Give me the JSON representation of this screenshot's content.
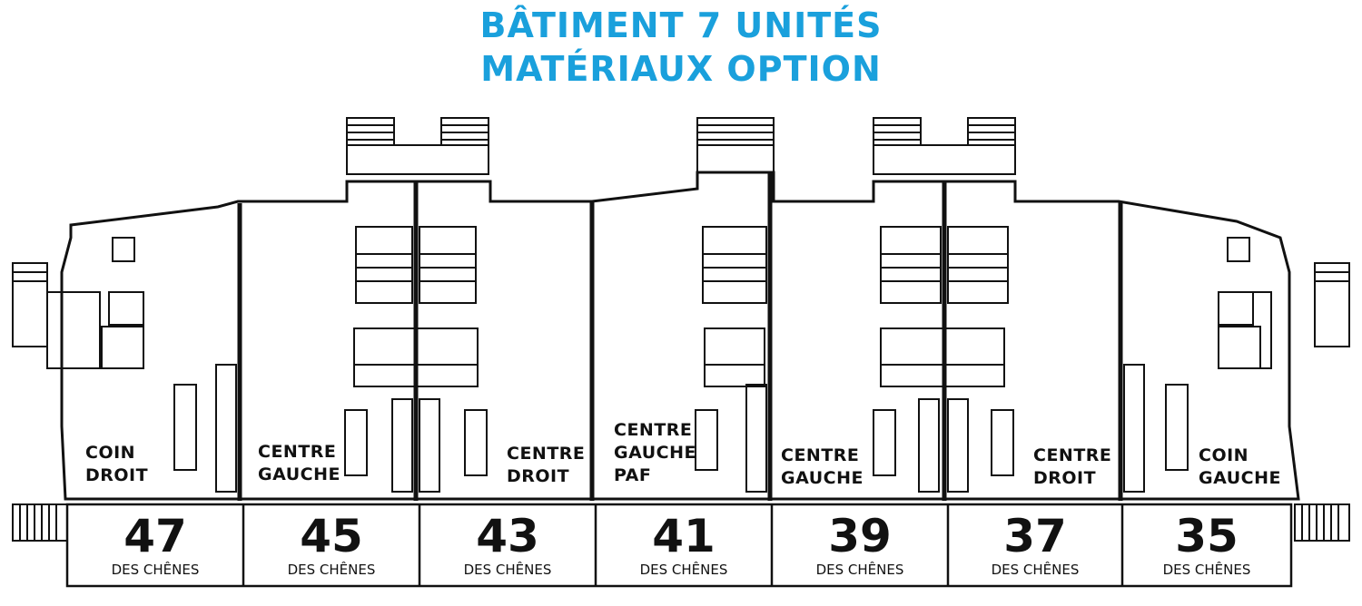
{
  "header": {
    "title_line1": "BÂTIMENT 7 UNITÉS",
    "title_line2": "MATÉRIAUX OPTION",
    "accent_color": "#1aa0dc"
  },
  "units": [
    {
      "number": "47",
      "street": "DES CHÊNES",
      "label_line1": "COIN",
      "label_line2": "DROIT",
      "label_line3": ""
    },
    {
      "number": "45",
      "street": "DES CHÊNES",
      "label_line1": "CENTRE",
      "label_line2": "GAUCHE",
      "label_line3": ""
    },
    {
      "number": "43",
      "street": "DES CHÊNES",
      "label_line1": "CENTRE",
      "label_line2": "DROIT",
      "label_line3": ""
    },
    {
      "number": "41",
      "street": "DES CHÊNES",
      "label_line1": "CENTRE",
      "label_line2": "GAUCHE",
      "label_line3": "PAF"
    },
    {
      "number": "39",
      "street": "DES CHÊNES",
      "label_line1": "CENTRE",
      "label_line2": "GAUCHE",
      "label_line3": ""
    },
    {
      "number": "37",
      "street": "DES CHÊNES",
      "label_line1": "CENTRE",
      "label_line2": "DROIT",
      "label_line3": ""
    },
    {
      "number": "35",
      "street": "DES CHÊNES",
      "label_line1": "COIN",
      "label_line2": "GAUCHE",
      "label_line3": ""
    }
  ]
}
